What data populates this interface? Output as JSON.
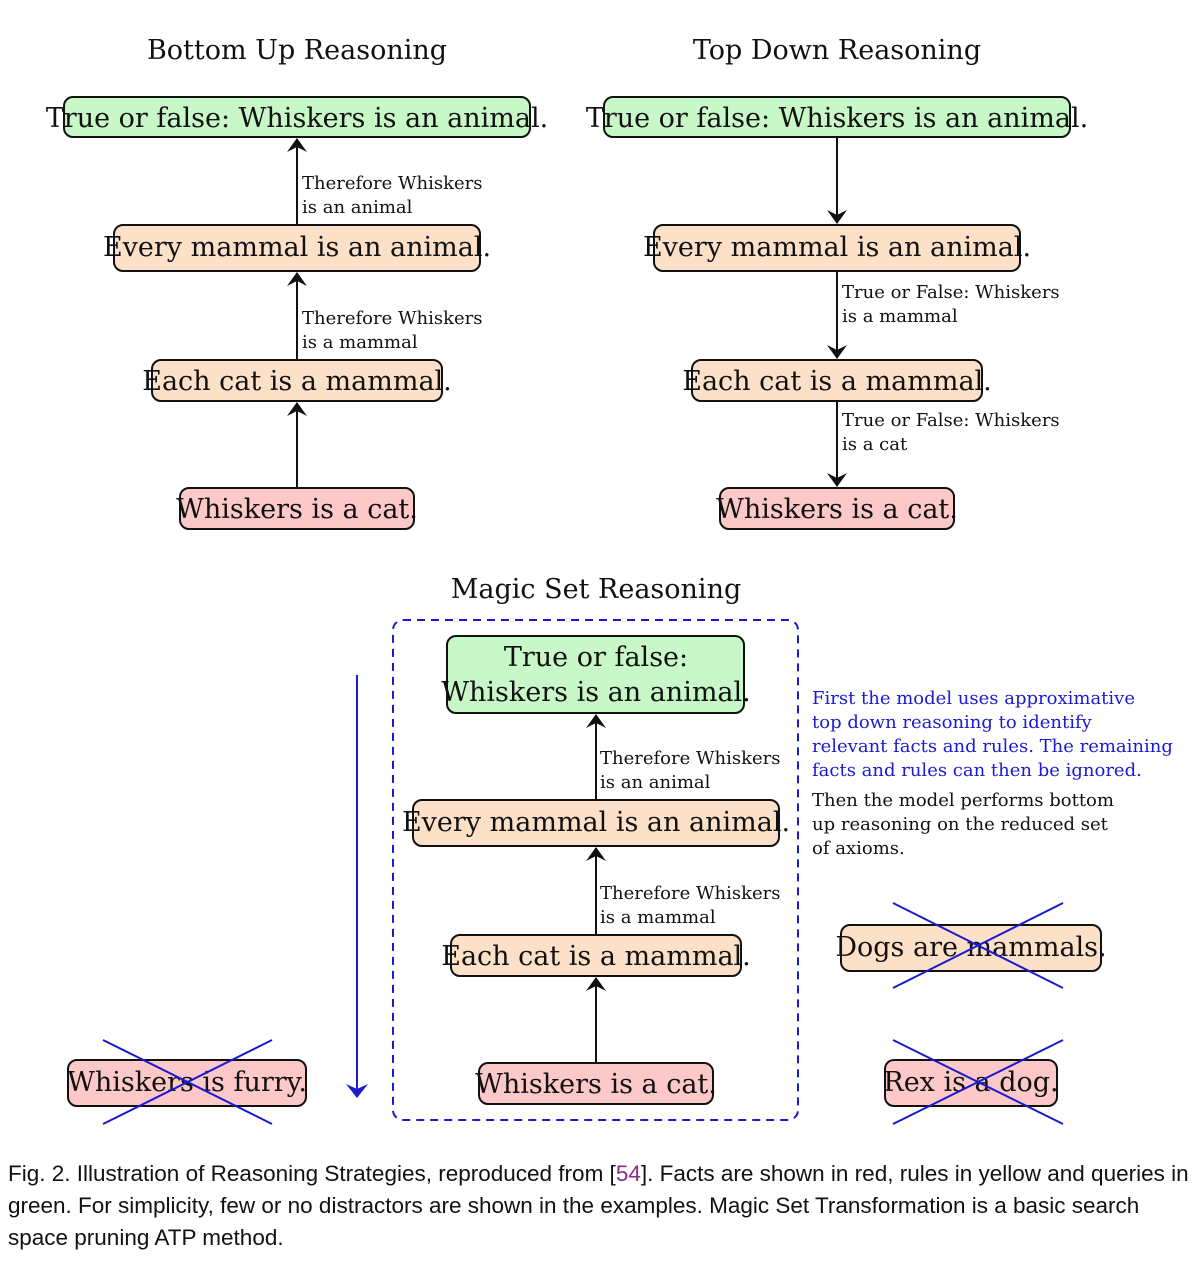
{
  "colors": {
    "fact": "#fcc8c8",
    "rule": "#fde0c8",
    "query": "#c8f8c8",
    "blue": "#1a1ad0",
    "stroke": "#111111"
  },
  "bottom_up": {
    "title": "Bottom Up Reasoning",
    "query": "True or false: Whiskers is an animal.",
    "rule1": "Every mammal is an animal.",
    "rule2": "Each cat is a mammal.",
    "fact": "Whiskers is a cat.",
    "edge1_line1": "Therefore Whiskers",
    "edge1_line2": "is an animal",
    "edge2_line1": "Therefore Whiskers",
    "edge2_line2": "is a mammal"
  },
  "top_down": {
    "title": "Top Down Reasoning",
    "query": "True or false: Whiskers is an animal.",
    "rule1": "Every mammal is an animal.",
    "rule2": "Each cat is a mammal.",
    "fact": "Whiskers is a cat.",
    "edge1_line1": "True or False: Whiskers",
    "edge1_line2": "is a mammal",
    "edge2_line1": "True or False: Whiskers",
    "edge2_line2": "is a cat"
  },
  "magic_set": {
    "title": "Magic Set Reasoning",
    "query_line1": "True or false:",
    "query_line2": "Whiskers is an animal.",
    "rule1": "Every mammal is an animal.",
    "rule2": "Each cat is a mammal.",
    "fact": "Whiskers is a cat.",
    "edge1_line1": "Therefore Whiskers",
    "edge1_line2": "is an animal",
    "edge2_line1": "Therefore Whiskers",
    "edge2_line2": "is a mammal",
    "distractor_fact_left": "Whiskers is furry.",
    "distractor_rule_right": "Dogs are mammals.",
    "distractor_fact_right": "Rex is a dog.",
    "note_blue": [
      "First the model uses approximative",
      "top down reasoning to identify",
      "relevant facts and rules. The remaining",
      "facts and rules can then be ignored."
    ],
    "note_black": [
      "Then the model performs bottom",
      "up reasoning on the reduced set",
      "of axioms."
    ]
  },
  "caption": {
    "prefix": "Fig. 2.  Illustration of Reasoning Strategies, reproduced from [",
    "ref": "54",
    "suffix": "]. Facts are shown in red, rules in yellow and queries in green. For simplicity, few or no distractors are shown in the examples. Magic Set Transformation is a basic search space pruning ATP method."
  }
}
